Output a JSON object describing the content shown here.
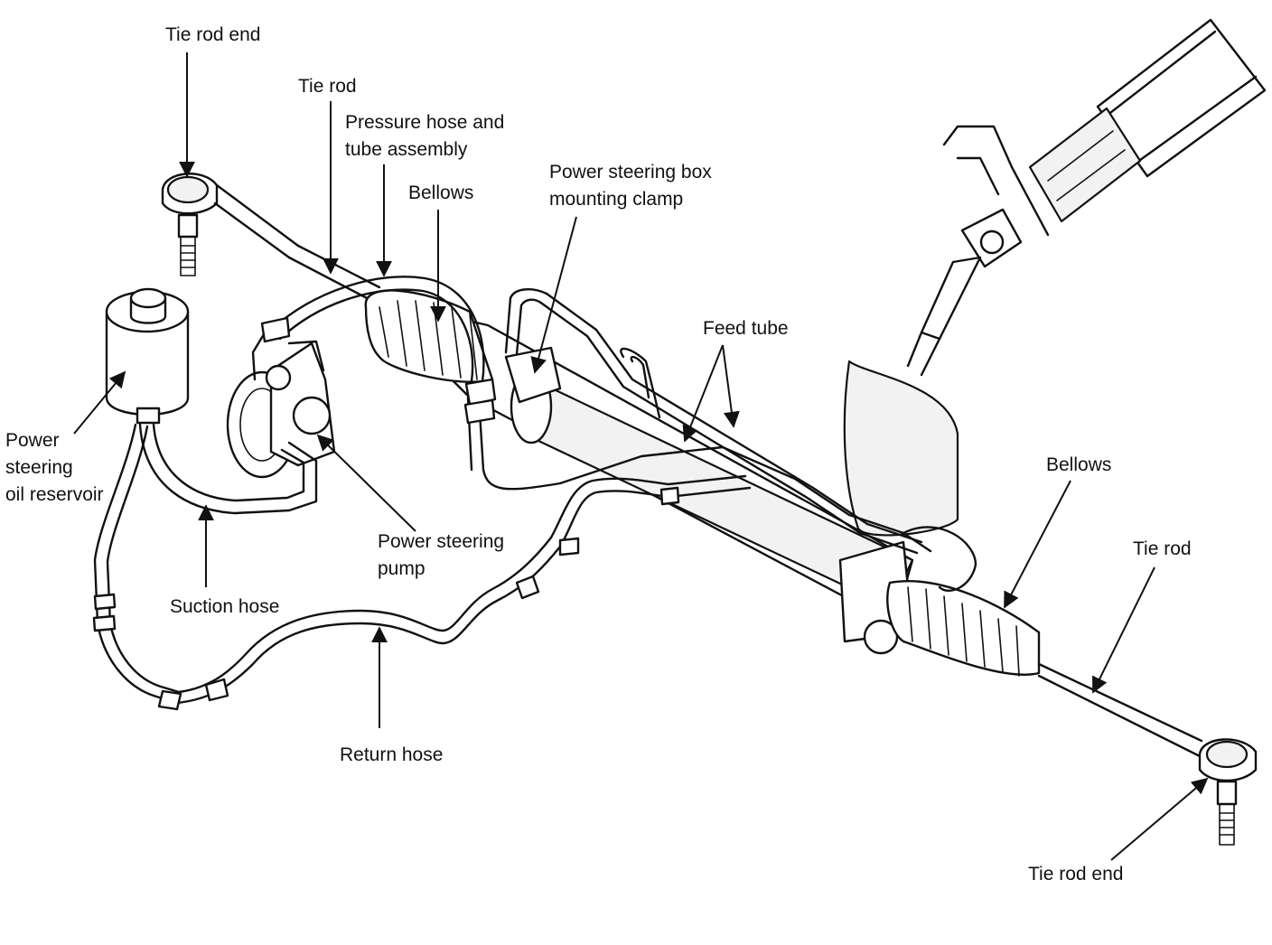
{
  "labels": {
    "tie_rod_end_left": "Tie rod end",
    "tie_rod_left": "Tie rod",
    "pressure_hose_line1": "Pressure hose and",
    "pressure_hose_line2": "tube assembly",
    "bellows_left": "Bellows",
    "mounting_clamp_line1": "Power steering box",
    "mounting_clamp_line2": "mounting clamp",
    "feed_tube": "Feed tube",
    "reservoir_line1": "Power",
    "reservoir_line2": "steering",
    "reservoir_line3": "oil reservoir",
    "pump_line1": "Power steering",
    "pump_line2": "pump",
    "suction_hose": "Suction hose",
    "return_hose": "Return hose",
    "bellows_right": "Bellows",
    "tie_rod_right": "Tie rod",
    "tie_rod_end_right": "Tie rod end"
  }
}
